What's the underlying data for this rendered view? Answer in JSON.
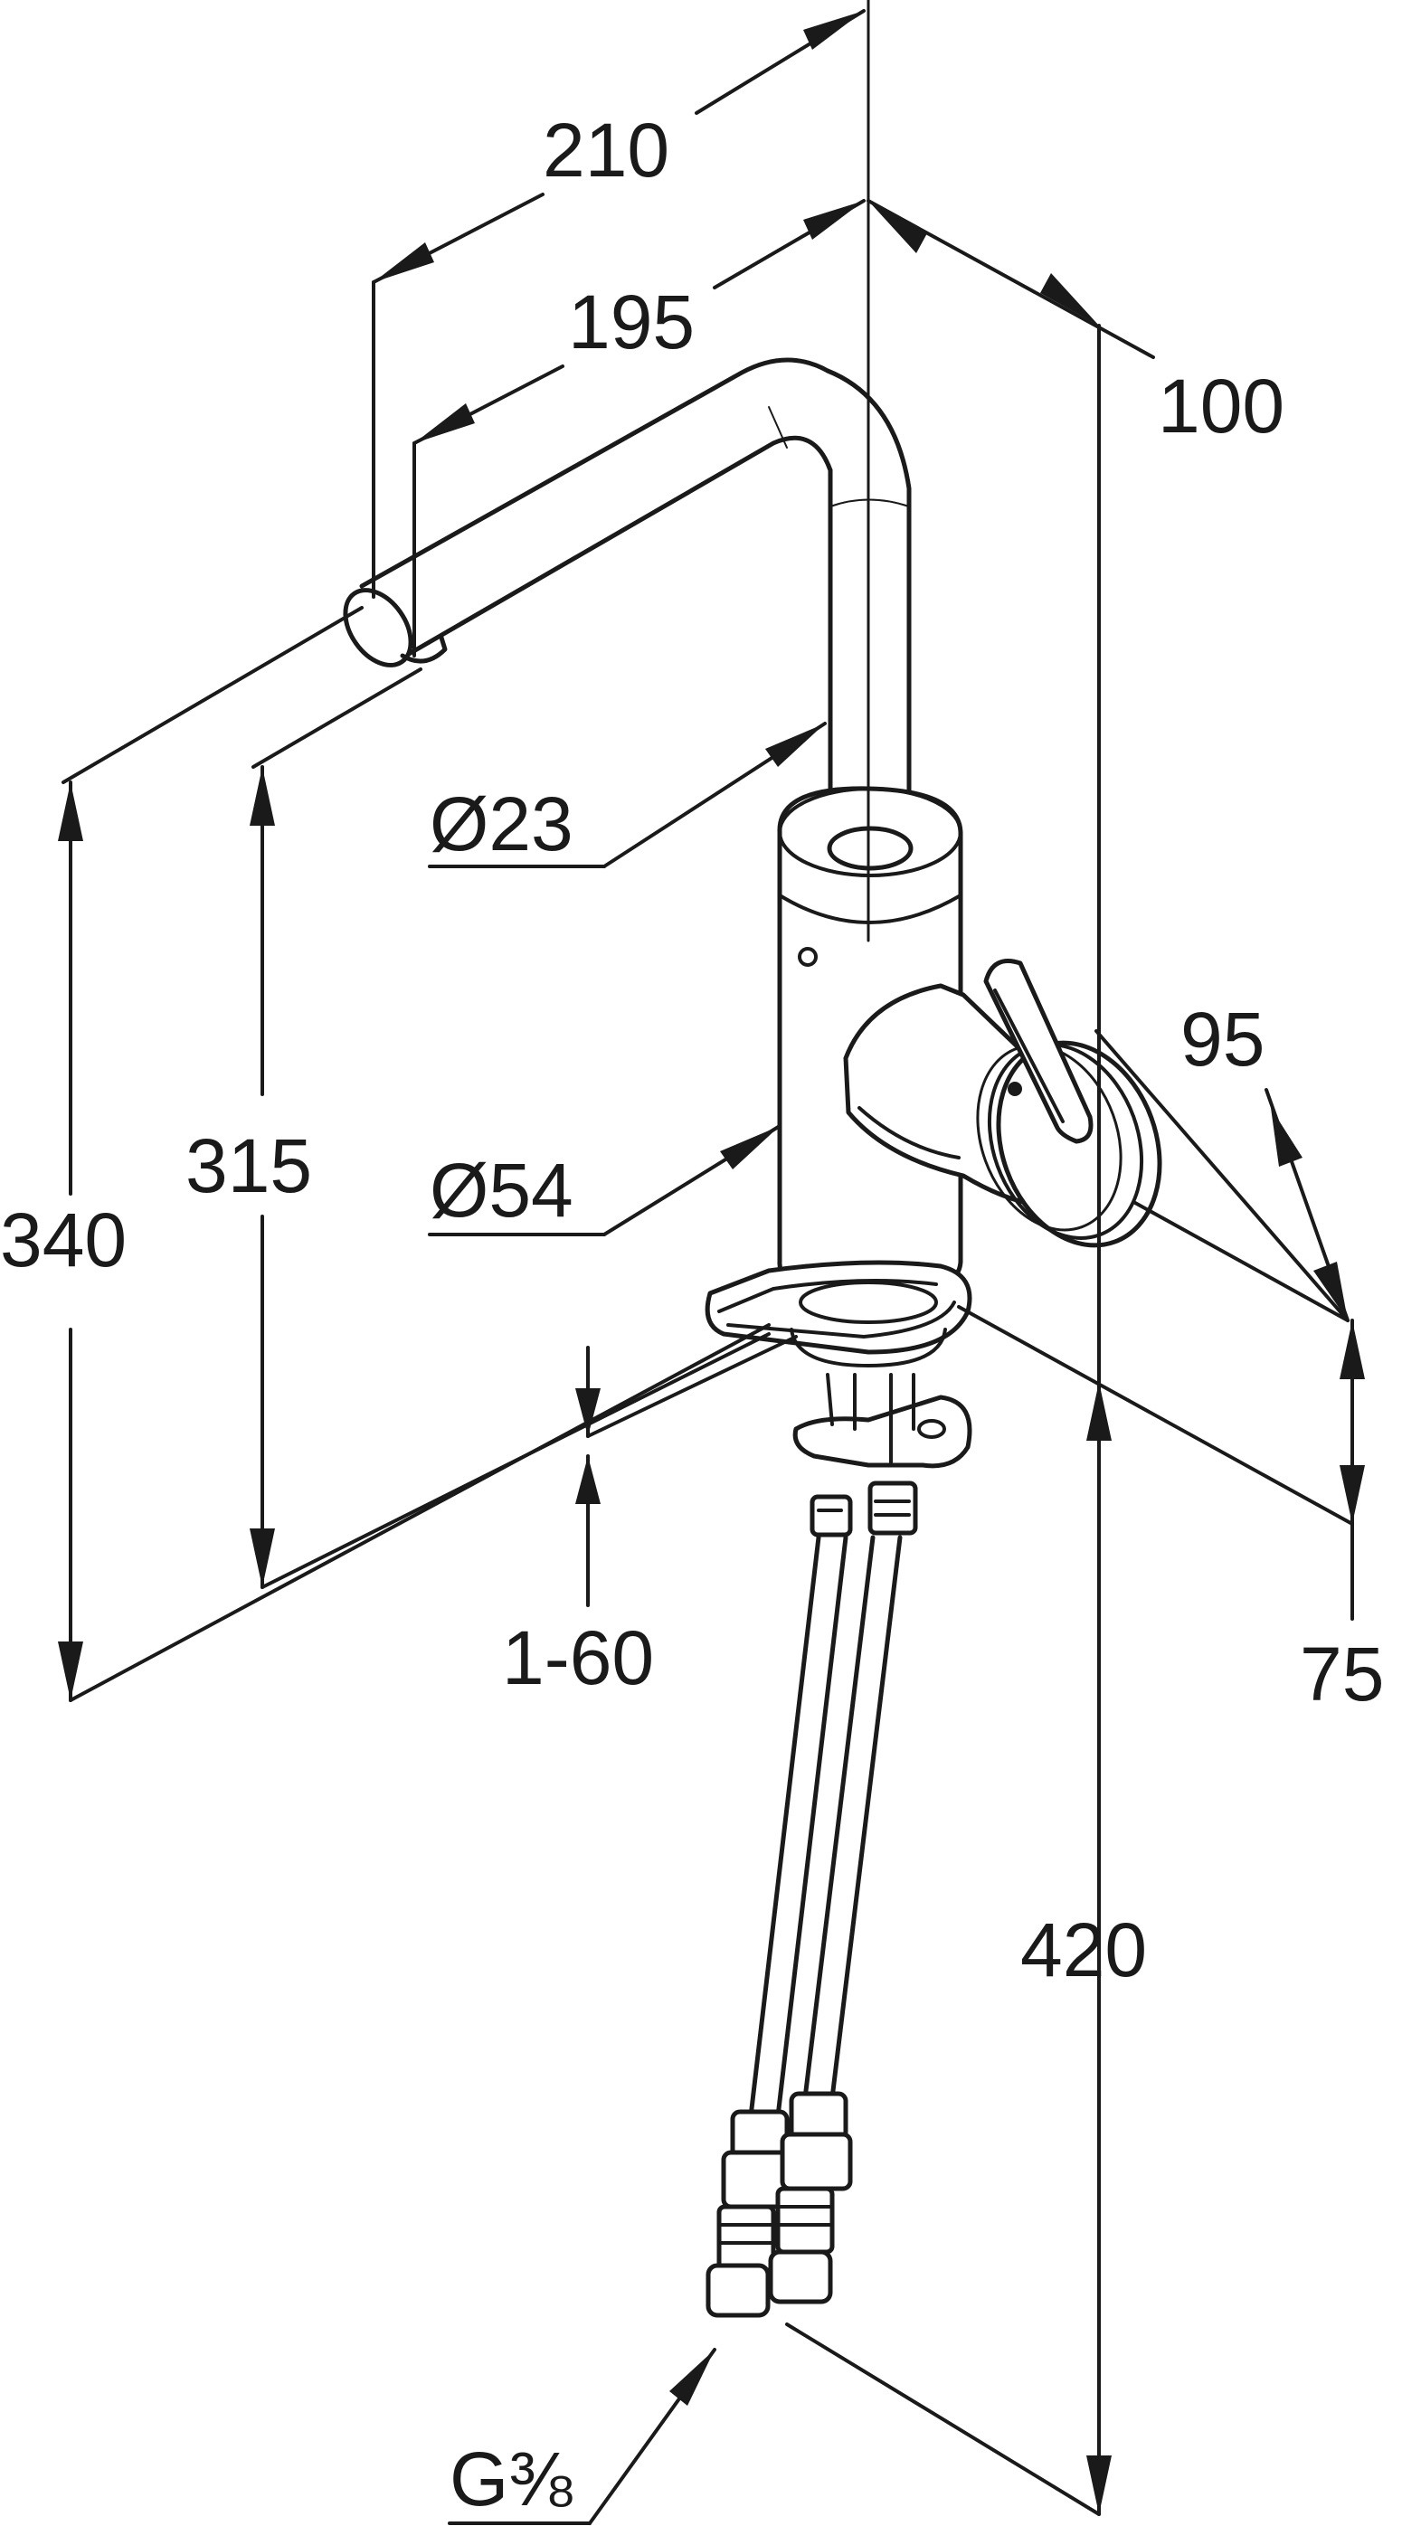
{
  "dimensions": {
    "total_reach": "210",
    "spout_reach": "195",
    "body_offset": "100",
    "spout_diameter": "Ø23",
    "total_height": "340",
    "outlet_height": "315",
    "body_diameter": "Ø54",
    "lever_projection": "95",
    "deck_thickness_range": "1-60",
    "lever_height": "75",
    "hose_length": "420",
    "connection_thread": "G⅜"
  }
}
